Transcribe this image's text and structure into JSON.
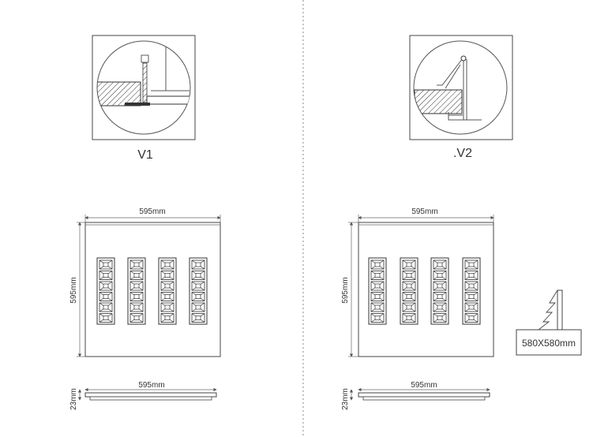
{
  "details": {
    "v1_label": "V1",
    "v2_label": ".V2"
  },
  "panels": {
    "left": {
      "width_label": "595mm",
      "height_label": "595mm",
      "side_width_label": "595mm",
      "side_height_label": "23mm"
    },
    "right": {
      "width_label": "595mm",
      "height_label": "595mm",
      "side_width_label": "595mm",
      "side_height_label": "23mm"
    }
  },
  "cutout": {
    "label": "580X580mm"
  },
  "louvre": {
    "columns": 4,
    "cells_per_column": 6
  },
  "colors": {
    "line": "#444444",
    "hatch": "#333333",
    "divider": "#888888"
  }
}
